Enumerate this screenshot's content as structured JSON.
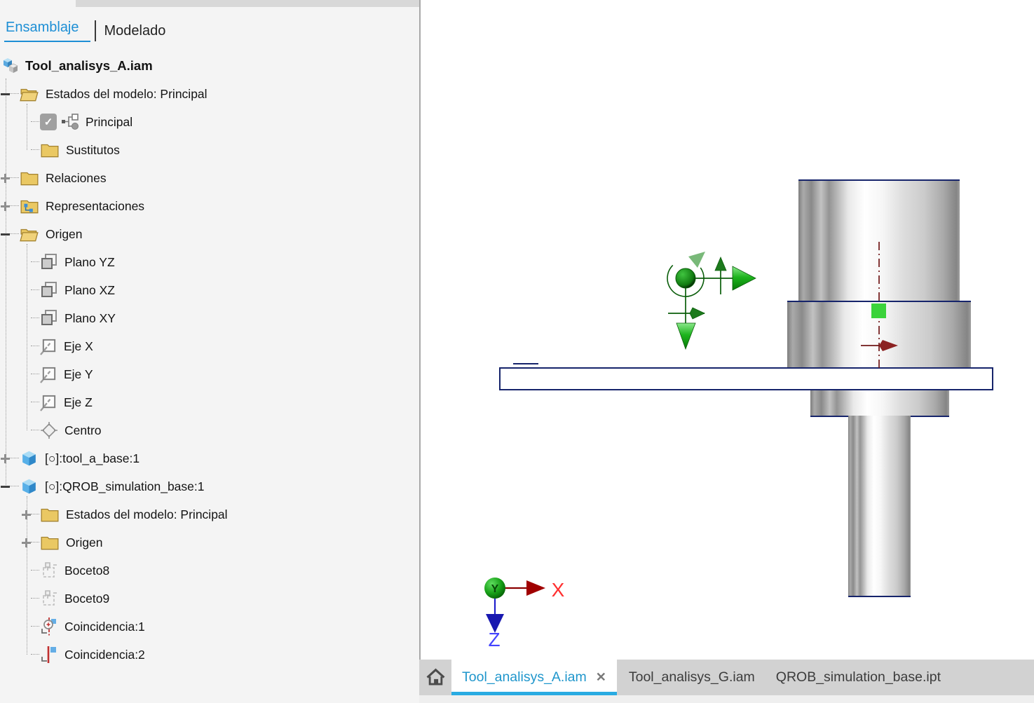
{
  "panel": {
    "tabs": {
      "assembly": "Ensamblaje",
      "modeling": "Modelado"
    }
  },
  "tree": {
    "check_glyph": "✓",
    "rows": [
      {
        "label": "Tool_analisys_A.iam"
      },
      {
        "label": "Estados del modelo: Principal"
      },
      {
        "label": "Principal"
      },
      {
        "label": "Sustitutos"
      },
      {
        "label": "Relaciones"
      },
      {
        "label": "Representaciones"
      },
      {
        "label": "Origen"
      },
      {
        "label": "Plano YZ"
      },
      {
        "label": "Plano XZ"
      },
      {
        "label": "Plano XY"
      },
      {
        "label": "Eje X"
      },
      {
        "label": "Eje Y"
      },
      {
        "label": "Eje Z"
      },
      {
        "label": "Centro"
      },
      {
        "label": "[○]:tool_a_base:1"
      },
      {
        "label": "[○]:QROB_simulation_base:1"
      },
      {
        "label": "Estados del modelo: Principal"
      },
      {
        "label": "Origen"
      },
      {
        "label": "Boceto8"
      },
      {
        "label": "Boceto9"
      },
      {
        "label": "Coincidencia:1"
      },
      {
        "label": "Coincidencia:2"
      }
    ]
  },
  "viewport": {
    "triad": {
      "x_label": "X",
      "y_label": "Y",
      "z_label": "Z"
    }
  },
  "bottom_bar": {
    "close_glyph": "✕",
    "tabs": [
      {
        "label": "Tool_analisys_A.iam",
        "active": true
      },
      {
        "label": "Tool_analisys_G.iam",
        "active": false
      },
      {
        "label": "QROB_simulation_base.ipt",
        "active": false
      }
    ]
  },
  "colors": {
    "accent_blue": "#1e8fd5",
    "tab_underline": "#29abe2",
    "outline_navy": "#16246b",
    "manipulator_green": "#0a5d0a",
    "marker_green": "#3bd33b",
    "centerline_red": "#701818",
    "axis_x_red": "#ff3030",
    "axis_z_blue": "#4444ff"
  }
}
